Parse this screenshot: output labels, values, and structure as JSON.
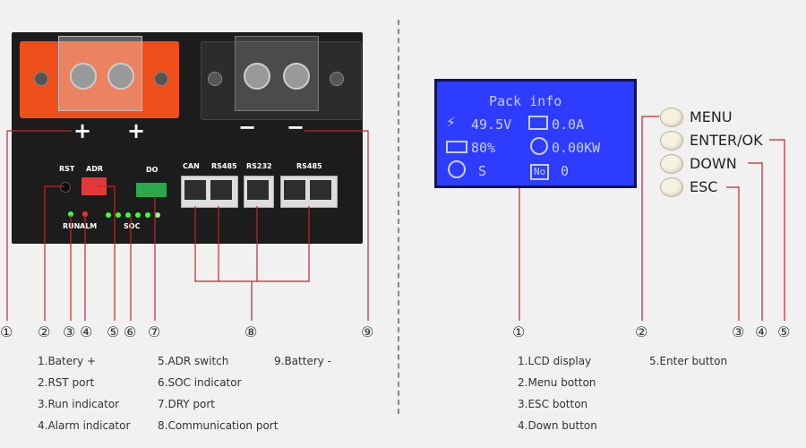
{
  "left": {
    "panel_labels": {
      "rst": "RST",
      "adr": "ADR",
      "do": "DO",
      "can": "CAN",
      "rs485_1": "RS485",
      "rs232": "RS232",
      "rs485_2": "RS485",
      "run": "RUN",
      "alm": "ALM",
      "soc": "SOC",
      "plus1": "+",
      "plus2": "+",
      "minus1": "−",
      "minus2": "−"
    },
    "markers": [
      "①",
      "②",
      "③",
      "④",
      "⑤",
      "⑥",
      "⑦",
      "⑧",
      "⑨"
    ],
    "legend": [
      "1.Batery +",
      "2.RST port",
      "3.Run indicator",
      "4.Alarm indicator",
      "5.ADR switch",
      "6.SOC indicator",
      "7.DRY port",
      "8.Communication port",
      "9.Battery -"
    ]
  },
  "right": {
    "lcd": {
      "title": "Pack info",
      "voltage": "49.5V",
      "current": "0.0A",
      "soc": "80%",
      "power": "0.00KW",
      "state_value": "S",
      "no_label": "No",
      "no_value": "0"
    },
    "buttons": [
      "MENU",
      "ENTER/OK",
      "DOWN",
      "ESC"
    ],
    "markers": [
      "①",
      "②",
      "③",
      "④",
      "⑤"
    ],
    "legend": [
      "1.LCD display",
      "2.Menu botton",
      "3.ESC botton",
      "4.Down button",
      "5.Enter button"
    ]
  },
  "colors": {
    "terminal_positive": "#ee4f1a",
    "terminal_negative": "#2a2a2a",
    "lcd_background": "#2e3cff",
    "leader_line": "#c0272d",
    "led_green": "#3cff3c",
    "led_red": "#ff2a2a"
  }
}
